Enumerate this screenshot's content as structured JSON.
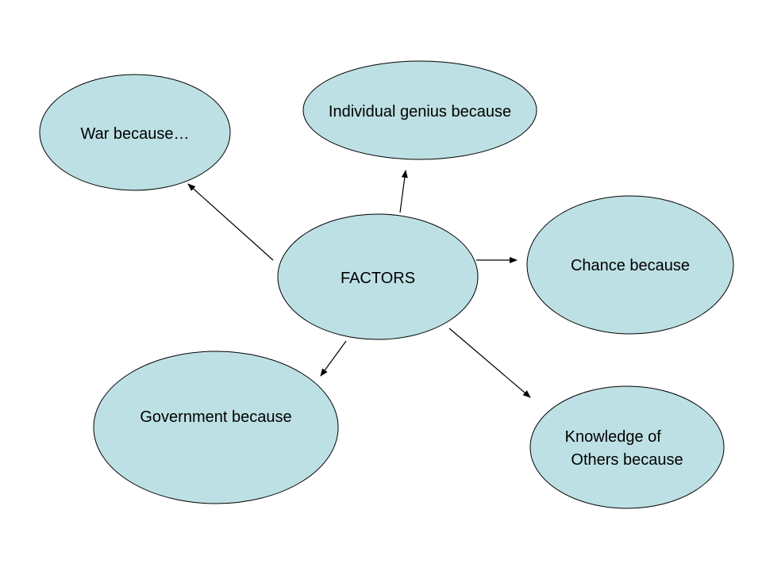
{
  "colors": {
    "node_fill": "#bde0e4",
    "stroke": "#000000",
    "background": "#ffffff"
  },
  "diagram": {
    "type": "spider-diagram",
    "center": {
      "id": "factors",
      "label": "FACTORS"
    },
    "nodes": [
      {
        "id": "war",
        "lines": [
          "War because…"
        ]
      },
      {
        "id": "individual-genius",
        "lines": [
          "Individual genius because"
        ]
      },
      {
        "id": "chance",
        "lines": [
          "Chance because"
        ]
      },
      {
        "id": "government",
        "lines": [
          "Government because"
        ]
      },
      {
        "id": "knowledge-of-others",
        "lines": [
          "Knowledge of",
          "Others because"
        ]
      }
    ],
    "edges": [
      {
        "from": "factors",
        "to": "war"
      },
      {
        "from": "factors",
        "to": "individual-genius"
      },
      {
        "from": "factors",
        "to": "chance"
      },
      {
        "from": "factors",
        "to": "government"
      },
      {
        "from": "factors",
        "to": "knowledge-of-others"
      }
    ]
  }
}
